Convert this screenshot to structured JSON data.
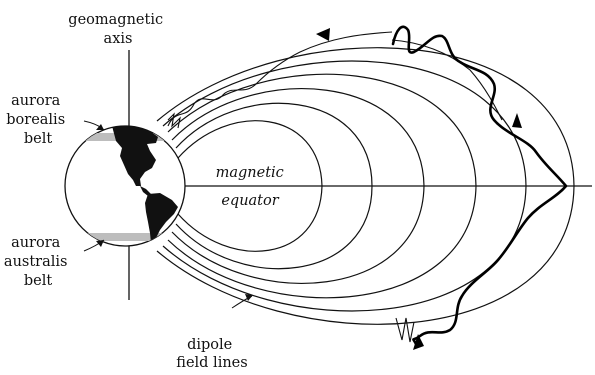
{
  "labels": {
    "geomagnetic_axis": [
      "geomagnetic",
      "axis"
    ],
    "aurora_borealis": [
      "aurora",
      "borealis",
      "belt"
    ],
    "aurora_australis": [
      "aurora",
      "australis",
      "belt"
    ],
    "magnetic_equator": [
      "magnetic",
      "equator"
    ],
    "dipole_field_lines": [
      "dipole",
      "field lines"
    ]
  },
  "colors": {
    "ink": "#111111",
    "aurora_band": "#bdbdbd",
    "continent": "#111111"
  }
}
